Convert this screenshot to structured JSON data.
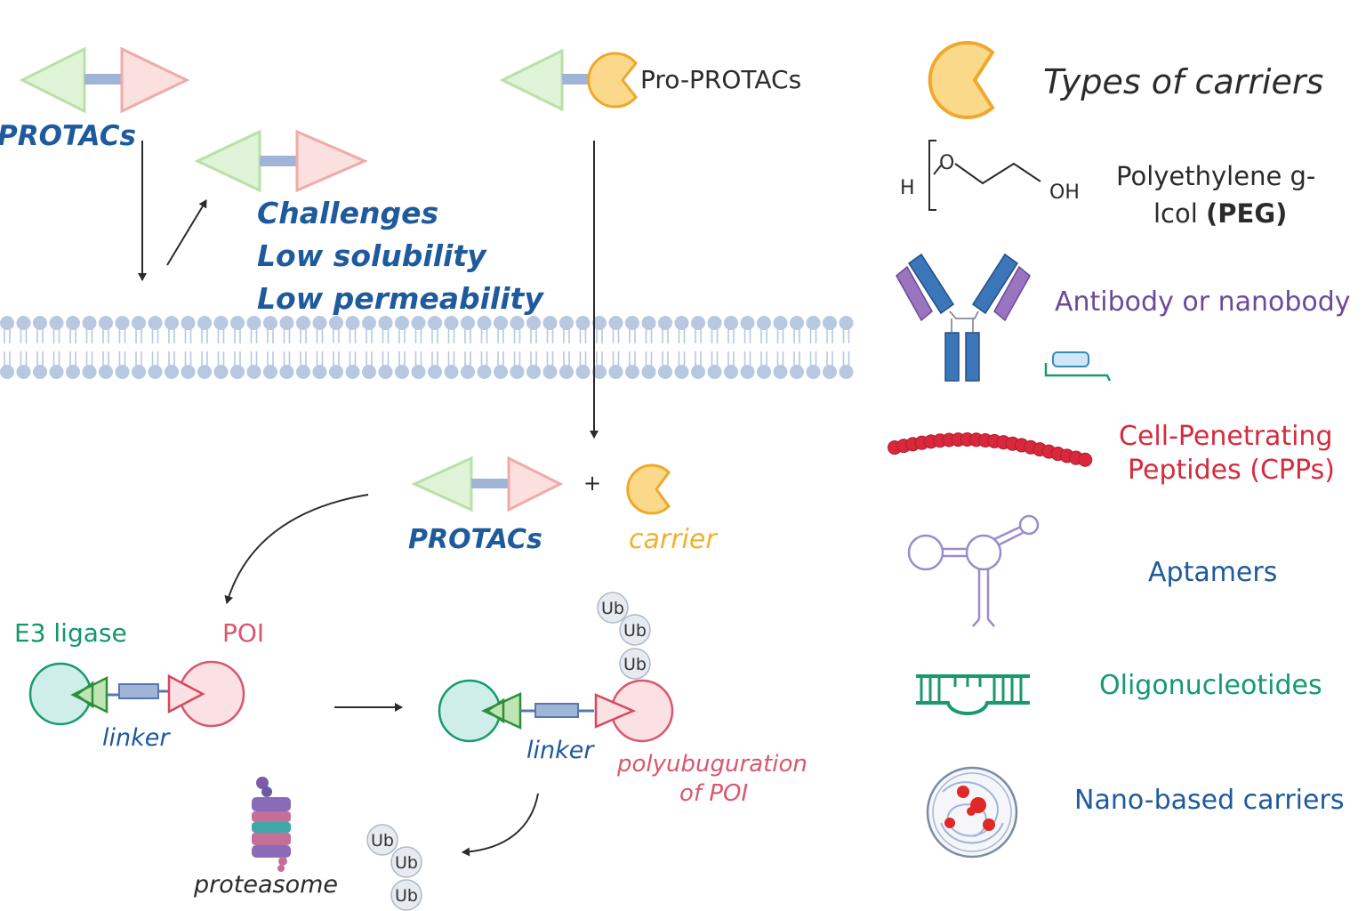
{
  "labels": {
    "protacs_top": "PROTACs",
    "pro_protacs": "Pro-PROTACs",
    "challenges": "Challenges",
    "low_solubility": "Low solubility",
    "low_permeability": "Low permeability",
    "plus": "+",
    "protacs_mid": "PROTACs",
    "carrier": "carrier",
    "e3_ligase": "E3  ligase",
    "poi": "POI",
    "linker_left": "linker",
    "linker_right": "linker",
    "polyub_line1": "polyubuguration",
    "polyub_line2": "of POI",
    "proteasome": "proteasome",
    "ub": "Ub"
  },
  "carriers": {
    "title": "Types of carriers",
    "peg_line1": "Polyethylene g-",
    "peg_line2_a": "lcol ",
    "peg_line2_b": "(PEG)",
    "peg_h": "H",
    "peg_o": "O",
    "peg_oh": "OH",
    "antibody": "Antibody or nanobody",
    "cpp_line1": "Cell-Penetrating",
    "cpp_line2": "Peptides (CPPs)",
    "aptamers": "Aptamers",
    "oligos": "Oligonucleotides",
    "nano": "Nano-based carriers"
  },
  "colors": {
    "protac_green": "#dff3d6",
    "protac_red": "#fbe0e0",
    "carrier_yellow": "#fbd98a",
    "membrane": "#b8c8e0",
    "blue_text": "#1e5a9c",
    "purple_text": "#6a4a9a",
    "red_text": "#d52b3c",
    "green_text": "#159a6a",
    "pink_text": "#d8576f"
  }
}
